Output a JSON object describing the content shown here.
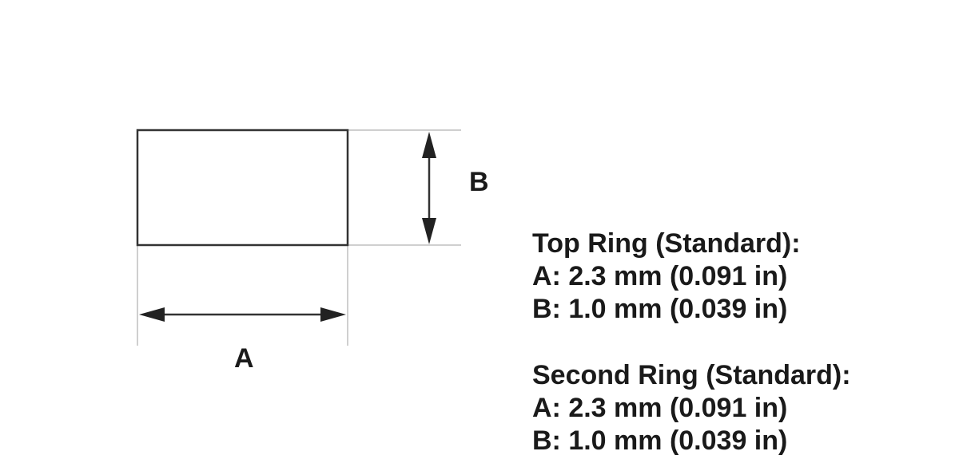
{
  "diagram": {
    "dimension_labels": {
      "b": "B",
      "a": "A"
    },
    "specs": [
      {
        "title": "Top Ring (Standard):",
        "a": "A: 2.3 mm (0.091 in)",
        "b": "B: 1.0 mm (0.039 in)"
      },
      {
        "title": "Second Ring (Standard):",
        "a": "A: 2.3 mm (0.091 in)",
        "b": "B: 1.0 mm (0.039 in)"
      }
    ],
    "colors": {
      "line": "#333333",
      "extension_line": "#bfbfbf",
      "text": "#1a1a1a",
      "background": "#ffffff"
    }
  }
}
